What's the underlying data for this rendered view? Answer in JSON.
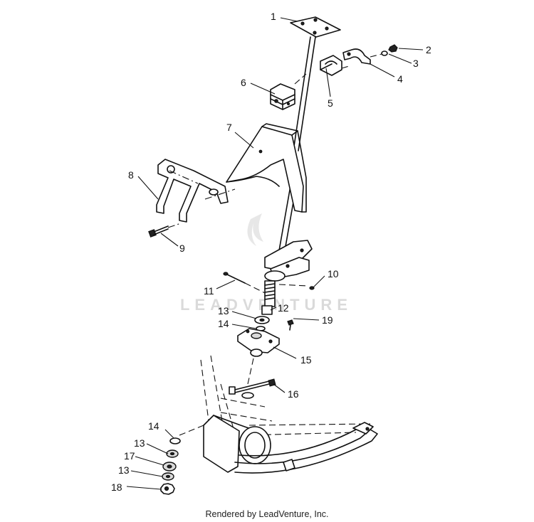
{
  "callouts": {
    "c1": "1",
    "c2": "2",
    "c3": "3",
    "c4": "4",
    "c5": "5",
    "c6": "6",
    "c7": "7",
    "c8": "8",
    "c9": "9",
    "c10": "10",
    "c11": "11",
    "c12": "12",
    "c13a": "13",
    "c14a": "14",
    "c15": "15",
    "c16": "16",
    "c19": "19",
    "c14b": "14",
    "c13b": "13",
    "c17": "17",
    "c13c": "13",
    "c18": "18"
  },
  "watermark": "LEADVENTURE",
  "footer": {
    "credit": "Rendered by LeadVenture, Inc."
  }
}
